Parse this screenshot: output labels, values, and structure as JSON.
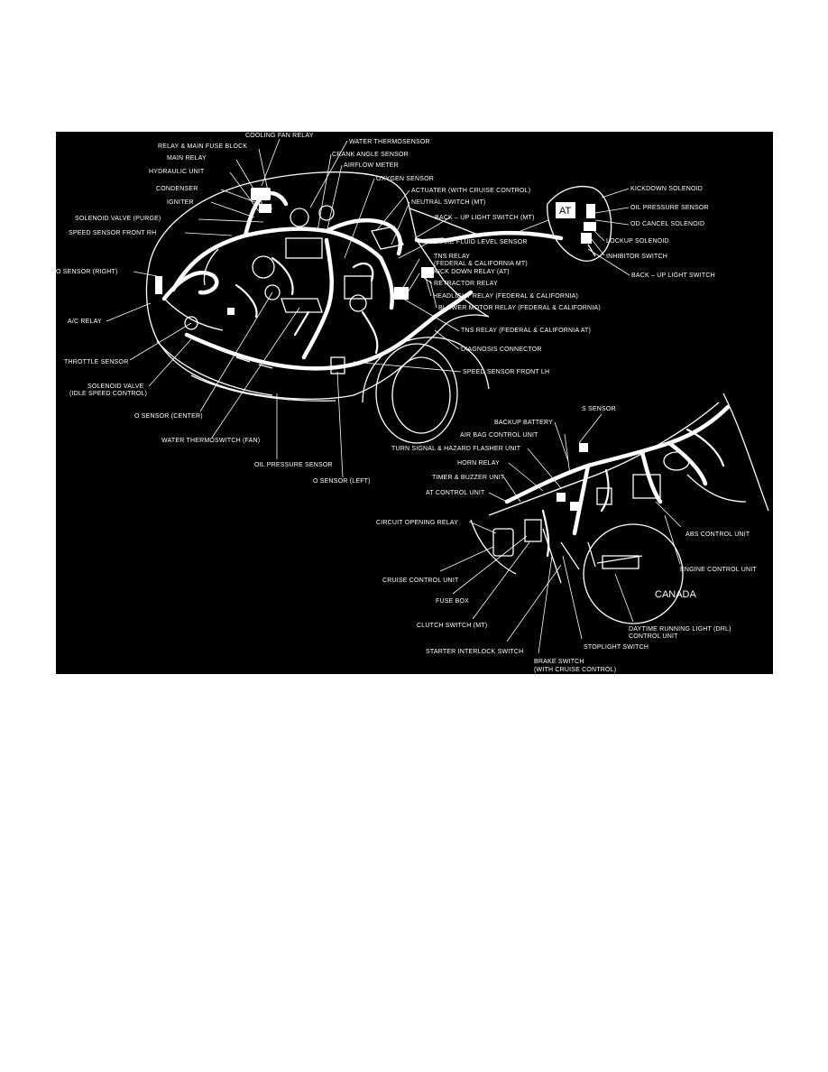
{
  "colors": {
    "background": "#000000",
    "ink": "#ffffff",
    "page": "#ffffff"
  },
  "labels": {
    "cooling_fan_relay": "COOLING FAN RELAY",
    "relay_main_fuse_block": "RELAY & MAIN FUSE BLOCK",
    "main_relay": "MAIN RELAY",
    "hydraulic_unit": "HYDRAULIC UNIT",
    "condenser": "CONDENSER",
    "igniter": "IGNITER",
    "solenoid_valve_purge": "SOLENOID VALVE (PURGE)",
    "speed_sensor_front_rh": "SPEED SENSOR FRONT RH",
    "o_sensor_right": "O SENSOR (RIGHT)",
    "ac_relay": "A/C RELAY",
    "throttle_sensor": "THROTTLE SENSOR",
    "solenoid_valve_idle_1": "SOLENOID VALVE",
    "solenoid_valve_idle_2": "(IDLE SPEED CONTROL)",
    "o_sensor_center": "O SENSOR (CENTER)",
    "water_thermoswitch_fan": "WATER THERMOSWITCH (FAN)",
    "oil_pressure_sensor": "OIL PRESSURE SENSOR",
    "o_sensor_left": "O SENSOR (LEFT)",
    "water_thermosensor": "WATER THERMOSENSOR",
    "crank_angle_sensor": "CRANK ANGLE SENSOR",
    "airflow_meter": "AIRFLOW METER",
    "oxygen_sensor": "OXYGEN SENSOR",
    "actuater": "ACTUATER (WITH CRUISE CONTROL)",
    "neutral_switch": "NEUTRAL SWITCH (MT)",
    "back_up_light_switch_mt": "BACK – UP LIGHT SWITCH (MT)",
    "brake_fluid_level_sensor": "BRAKE FLUID LEVEL SENSOR",
    "tns_relay_1": "TNS RELAY",
    "tns_relay_2": "(FEDERAL & CALIFORNIA MT)",
    "kick_down_relay": "KICK DOWN RELAY (AT)",
    "retractor_relay": "RETRACTOR RELAY",
    "headlight_relay": "HEADLIGHT RELAY (FEDERAL & CALIFORNIA)",
    "blower_motor_relay": "BLOWER MOTOR RELAY (FEDERAL & CALIFORNIA)",
    "tns_relay_at": "TNS RELAY (FEDERAL & CALIFORNIA AT)",
    "diagnosis_connector": "DIAGNOSIS CONNECTOR",
    "speed_sensor_front_lh": "SPEED SENSOR FRONT LH",
    "at_badge": "AT",
    "kickdown_solenoid": "KICKDOWN SOLENOID",
    "oil_pressure_sensor_at": "OIL PRESSURE SENSOR",
    "od_cancel_solenoid": "OD CANCEL SOLENOID",
    "lockup_solenoid": "LOCKUP SOLENOID",
    "inhibitor_switch": "INHIBITOR SWITCH",
    "back_up_light_switch": "BACK – UP LIGHT SWITCH",
    "s_sensor": "S SENSOR",
    "backup_battery": "BACKUP BATTERY",
    "air_bag_control_unit": "AIR BAG CONTROL UNIT",
    "turn_signal_hazard": "TURN SIGNAL & HAZARD FLASHER UNIT",
    "horn_relay": "HORN RELAY",
    "timer_buzzer_unit": "TIMER & BUZZER UNIT",
    "at_control_unit": "AT CONTROL UNIT",
    "circuit_opening_relay": "CIRCUIT OPENING RELAY",
    "abs_control_unit": "ABS CONTROL UNIT",
    "engine_control_unit": "ENGINE CONTROL UNIT",
    "cruise_control_unit": "CRUISE CONTROL UNIT",
    "canada": "CANADA",
    "fuse_box": "FUSE BOX",
    "drl_1": "DAYTIME RUNNING LIGHT (DRL)",
    "drl_2": "CONTROL UNIT",
    "clutch_switch": "CLUTCH SWITCH (MT)",
    "stoplight_switch": "STOPLIGHT SWITCH",
    "starter_interlock_switch": "STARTER INTERLOCK SWITCH",
    "brake_switch_1": "BRAKE SWITCH",
    "brake_switch_2": "(WITH CRUISE CONTROL)"
  }
}
